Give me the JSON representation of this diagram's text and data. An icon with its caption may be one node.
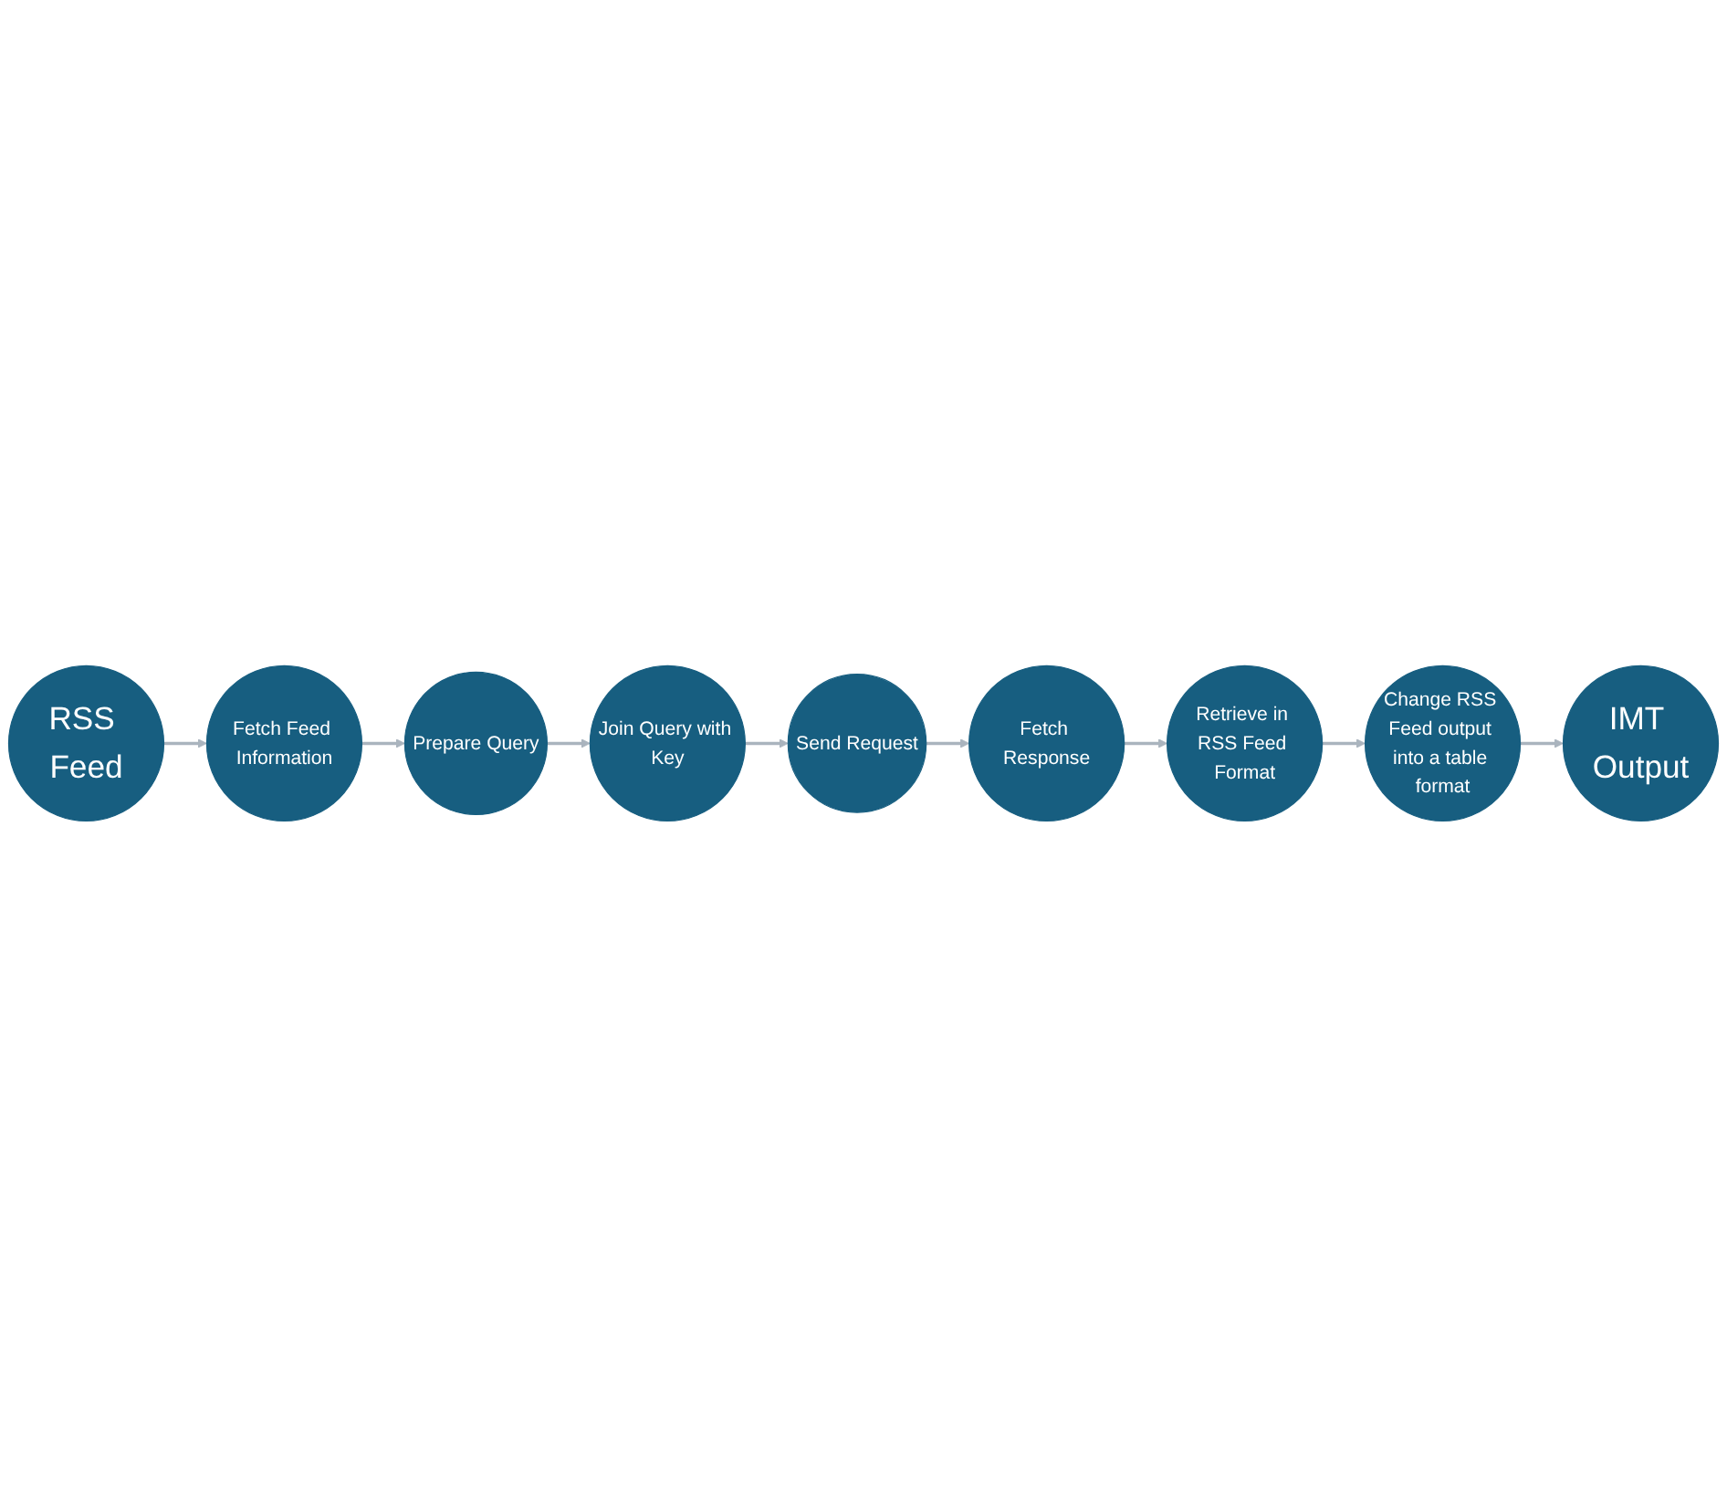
{
  "diagram": {
    "nodes": [
      {
        "text": [
          "RSS Feed"
        ]
      },
      {
        "text": [
          "Fetch Feed Information"
        ]
      },
      {
        "text": [
          "Prepare Query"
        ]
      },
      {
        "text": [
          "Join Query with Key"
        ]
      },
      {
        "text": [
          "Send Request"
        ]
      },
      {
        "text": [
          "Fetch Response"
        ]
      },
      {
        "text": [
          "Retrieve in RSS Feed Format"
        ]
      },
      {
        "text": [
          "Change RSS Feed output into a table format"
        ]
      },
      {
        "text": [
          "IMT Output"
        ]
      }
    ],
    "edges": [
      {
        "from": 0,
        "to": 1,
        "arrow": "to"
      },
      {
        "from": 1,
        "to": 2,
        "arrow": "to"
      },
      {
        "from": 2,
        "to": 3,
        "arrow": "to"
      },
      {
        "from": 3,
        "to": 4,
        "arrow": "to"
      },
      {
        "from": 4,
        "to": 5,
        "arrow": "to"
      },
      {
        "from": 5,
        "to": 6,
        "arrow": "to"
      },
      {
        "from": 6,
        "to": 7,
        "arrow": "to"
      },
      {
        "from": 7,
        "to": 8,
        "arrow": "to"
      }
    ]
  }
}
